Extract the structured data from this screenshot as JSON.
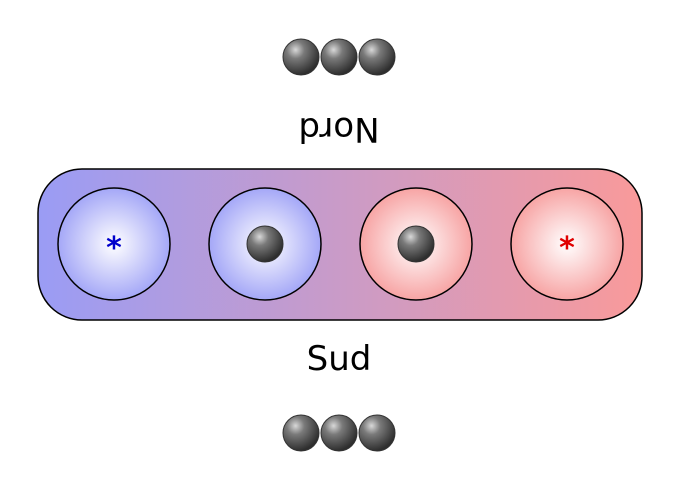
{
  "labels": {
    "north": "Nord",
    "south": "Sud"
  },
  "board": {
    "pits": [
      {
        "content": "star",
        "color": "blue"
      },
      {
        "content": "ball",
        "color": "blue"
      },
      {
        "content": "ball",
        "color": "red"
      },
      {
        "content": "star",
        "color": "red"
      }
    ],
    "star_symbol": "*"
  },
  "reserves": {
    "north_balls": 3,
    "south_balls": 3
  },
  "colors": {
    "blue_tint": "#9a9cf5",
    "red_tint": "#f59a9a",
    "blue_star": "#0000cc",
    "red_star": "#e00000",
    "ball": "#4a4a4a"
  }
}
